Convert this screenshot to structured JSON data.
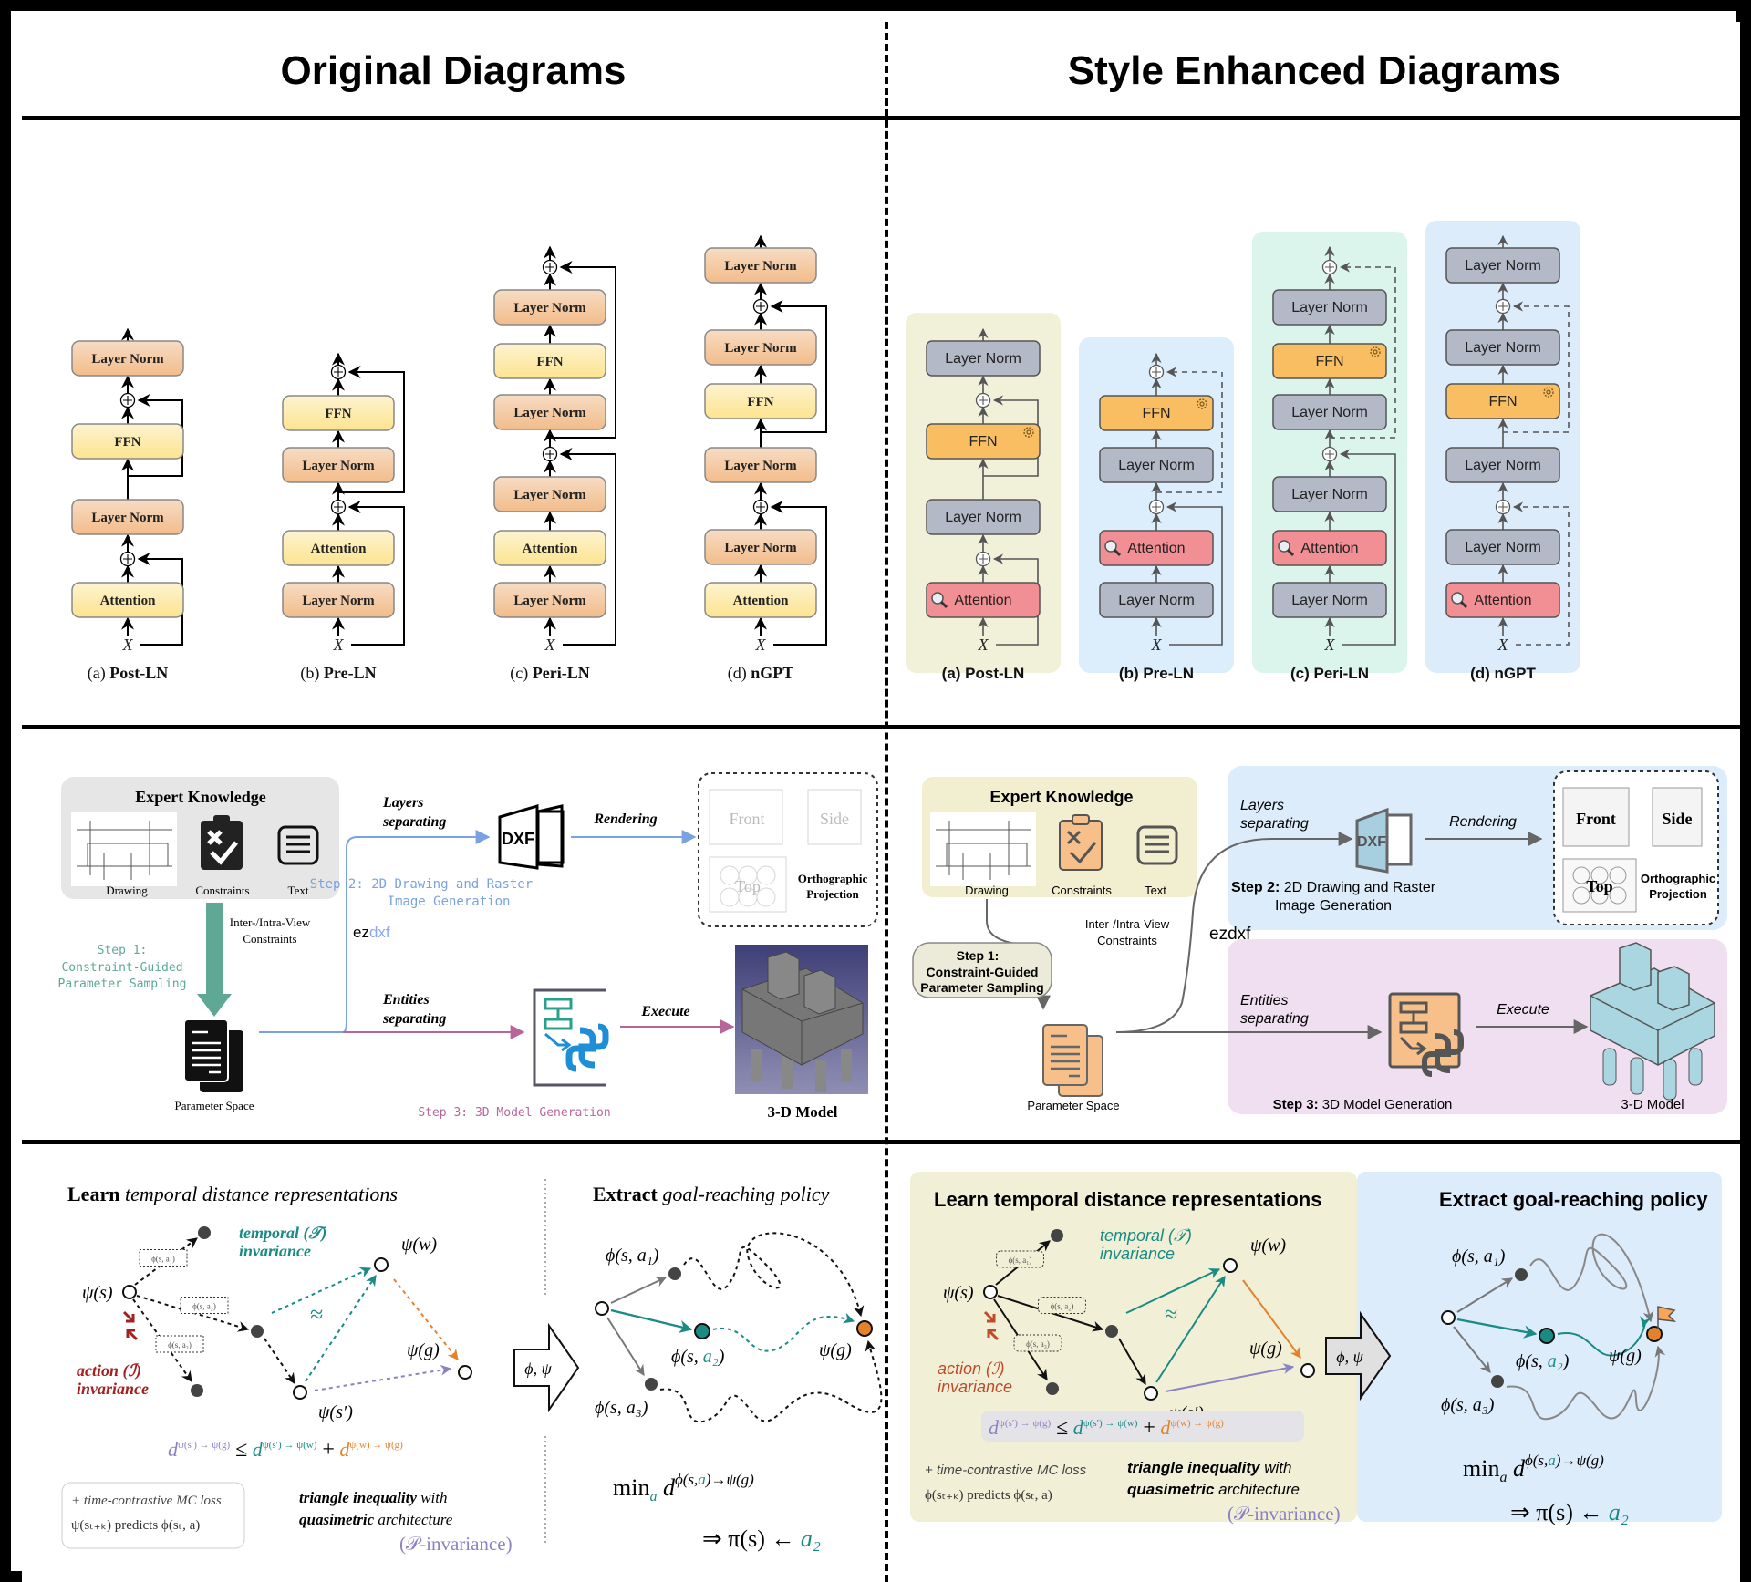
{
  "headers": {
    "left": "Original Diagrams",
    "right": "Style Enhanced Diagrams"
  },
  "colors": {
    "orig_layernorm": "#f3c49a",
    "orig_ffn": "#fde9a0",
    "enh_layernorm": "#b3b9c6",
    "enh_ffn": "#f9be62",
    "enh_attention": "#f28f94",
    "enh_bg_a": "#f1f1d9",
    "enh_bg_b": "#dcedfb",
    "enh_bg_c": "#dcf5ec",
    "enh_bg_d": "#dcecfb",
    "teal": "#1a8a85",
    "orange": "#e4822b",
    "purple": "#8b82c4",
    "red": "#a32121",
    "blue_step2": "#7aa2e0",
    "pink_step3": "#b8659a",
    "green_step1": "#5ea895"
  },
  "ln_row": {
    "input_label": "X",
    "diagrams": [
      {
        "id": "a",
        "caption_prefix": "(a)",
        "caption": "Post-LN",
        "blocks": [
          "Attention",
          "Layer Norm",
          "FFN",
          "Layer Norm"
        ]
      },
      {
        "id": "b",
        "caption_prefix": "(b)",
        "caption": "Pre-LN",
        "blocks": [
          "Layer Norm",
          "Attention",
          "Layer Norm",
          "FFN"
        ]
      },
      {
        "id": "c",
        "caption_prefix": "(c)",
        "caption": "Peri-LN",
        "blocks": [
          "Layer Norm",
          "Attention",
          "Layer Norm",
          "Layer Norm",
          "FFN",
          "Layer Norm"
        ]
      },
      {
        "id": "d",
        "caption_prefix": "(d)",
        "caption": "nGPT",
        "blocks": [
          "Attention",
          "Layer Norm",
          "Layer Norm",
          "FFN",
          "Layer Norm",
          "Layer Norm"
        ]
      }
    ]
  },
  "cad_row": {
    "expert_title": "Expert Knowledge",
    "drawing_label": "Drawing",
    "constraints_label": "Constraints",
    "text_label": "Text",
    "inter_intra": [
      "Inter-/Intra-View",
      "Constraints"
    ],
    "step1": [
      "Step 1:",
      "Constraint-Guided",
      "Parameter Sampling"
    ],
    "parameter_space": "Parameter Space",
    "ezdxf_prefix": "ez",
    "ezdxf_suffix": "dxf",
    "ezdxf_full": "ezdxf",
    "layers_sep": [
      "Layers",
      "separating"
    ],
    "entities_sep": [
      "Entities",
      "separating"
    ],
    "dxf_label": "DXF",
    "rendering": "Rendering",
    "execute": "Execute",
    "step2_prefix": "Step 2:",
    "step2_rest": "2D Drawing and Raster",
    "step2_line2": "Image Generation",
    "step3_prefix": "Step 3:",
    "step3_rest": "3D Model Generation",
    "ortho_views": [
      "Front",
      "Side",
      "Top"
    ],
    "ortho_label": [
      "Orthographic",
      "Projection"
    ],
    "model_label": "3-D Model"
  },
  "rl_row": {
    "left_title_plain": "Learn ",
    "left_title_italic": "temporal distance representations",
    "left_title_full": "Learn temporal distance representations",
    "right_title_plain": "Extract ",
    "right_title_italic": "goal-reaching policy",
    "right_title_full": "Extract goal-reaching policy",
    "psi_s": "ψ(s)",
    "psi_w": "ψ(w)",
    "psi_g": "ψ(g)",
    "psi_sprime": "ψ(s′)",
    "phi_a1_small": "ϕ(s, a₁)",
    "phi_a2_small": "ϕ(s, a₂)",
    "phi_a3_small": "ϕ(s, a₃)",
    "temporal_inv": [
      "temporal (𝒯)",
      "invariance"
    ],
    "action_inv": [
      "action (ℐ)",
      "invariance"
    ],
    "approx": "≈",
    "ineq_lhs": "d",
    "ineq_lhs_sup": "ψ(s′) → ψ(g)",
    "ineq_le": "≤",
    "ineq_mid_sup": "ψ(s′) → ψ(w)",
    "ineq_plus": "+",
    "ineq_rhs_sup": "ψ(w) → ψ(g)",
    "mc_loss": "+ time-contrastive MC loss",
    "predicts_orig": "ψ(sₜ₊ₖ) predicts ϕ(sₜ, a)",
    "predicts_enh": "ϕ(sₜ₊ₖ) predicts ϕ(sₜ, a)",
    "tri_bold": "triangle inequality",
    "tri_with": " with",
    "quasi_bold": "quasimetric",
    "quasi_rest": " architecture",
    "p_inv": "(𝒫-invariance)",
    "arrow_label": "ϕ, ψ",
    "phi_a1": "ϕ(s, a₁)",
    "phi_a2_pre": "ϕ(s, ",
    "phi_a2_a": "a₂",
    "phi_a2_post": ")",
    "phi_a3": "ϕ(s, a₃)",
    "min_text": "min",
    "min_sub": "a",
    "min_d": "d",
    "min_sup_pre": "ϕ(s,",
    "min_sup_a": "a",
    "min_sup_post": ")→ψ(g)",
    "policy_pre": "⇒ π(s) ← ",
    "policy_a2": "a₂"
  }
}
